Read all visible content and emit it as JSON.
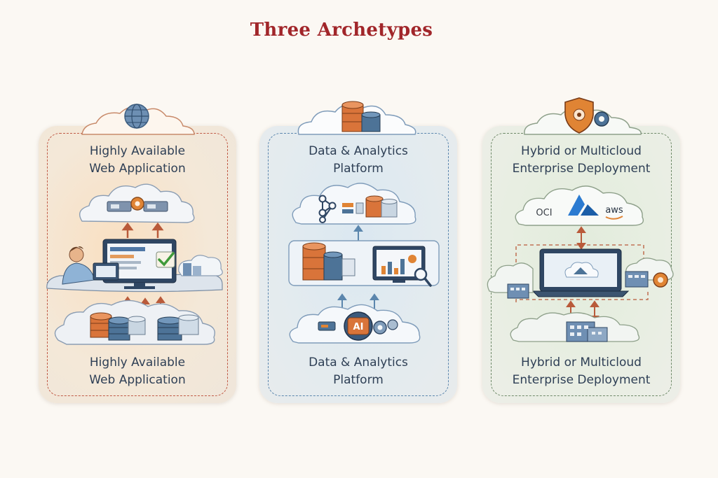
{
  "title": "Three Archetypes",
  "panels": [
    {
      "heading": [
        "Highly Available",
        "Web Application"
      ],
      "footer": [
        "Highly Available",
        "Web Application"
      ],
      "accent": "#c05a46",
      "icon": "globe-icon"
    },
    {
      "heading": [
        "Data & Analytics",
        "Platform"
      ],
      "footer": [
        "Data & Analytics",
        "Platform"
      ],
      "accent": "#5b86ad",
      "icon": "database-icon",
      "chip_label": "AI"
    },
    {
      "heading": [
        "Hybrid or Multicloud",
        "Enterprise Deployment"
      ],
      "footer": [
        "Hybrid or Multicloud",
        "Enterprise Deployment"
      ],
      "accent": "#6f8a69",
      "icon": "security-shield-icon",
      "cloud_providers": [
        "OCI",
        "aws"
      ]
    }
  ]
}
